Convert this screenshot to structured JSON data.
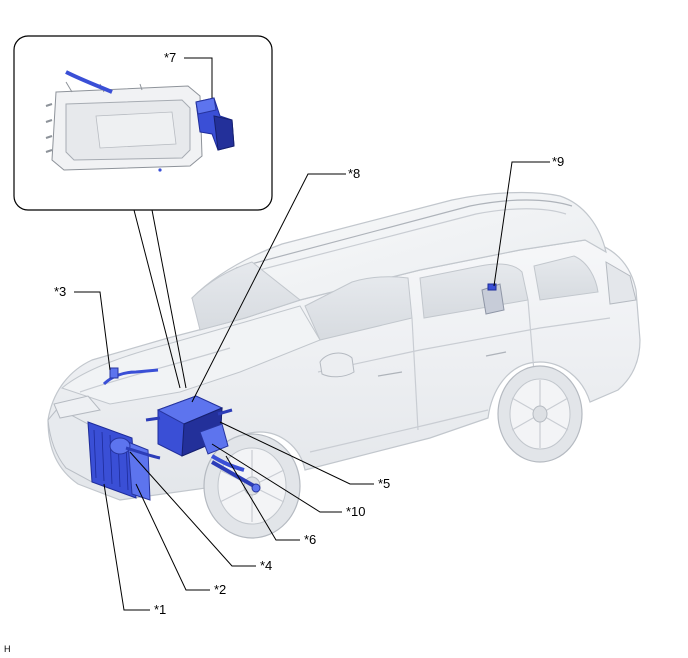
{
  "callouts": {
    "c1": "*1",
    "c2": "*2",
    "c3": "*3",
    "c4": "*4",
    "c5": "*5",
    "c6": "*6",
    "c7": "*7",
    "c8": "*8",
    "c9": "*9",
    "c10": "*10"
  },
  "corner_mark": "H",
  "colors": {
    "component_blue": "#3a4fd6",
    "body_gray": "#eef0f3",
    "outline_gray": "#c9cdd3"
  }
}
